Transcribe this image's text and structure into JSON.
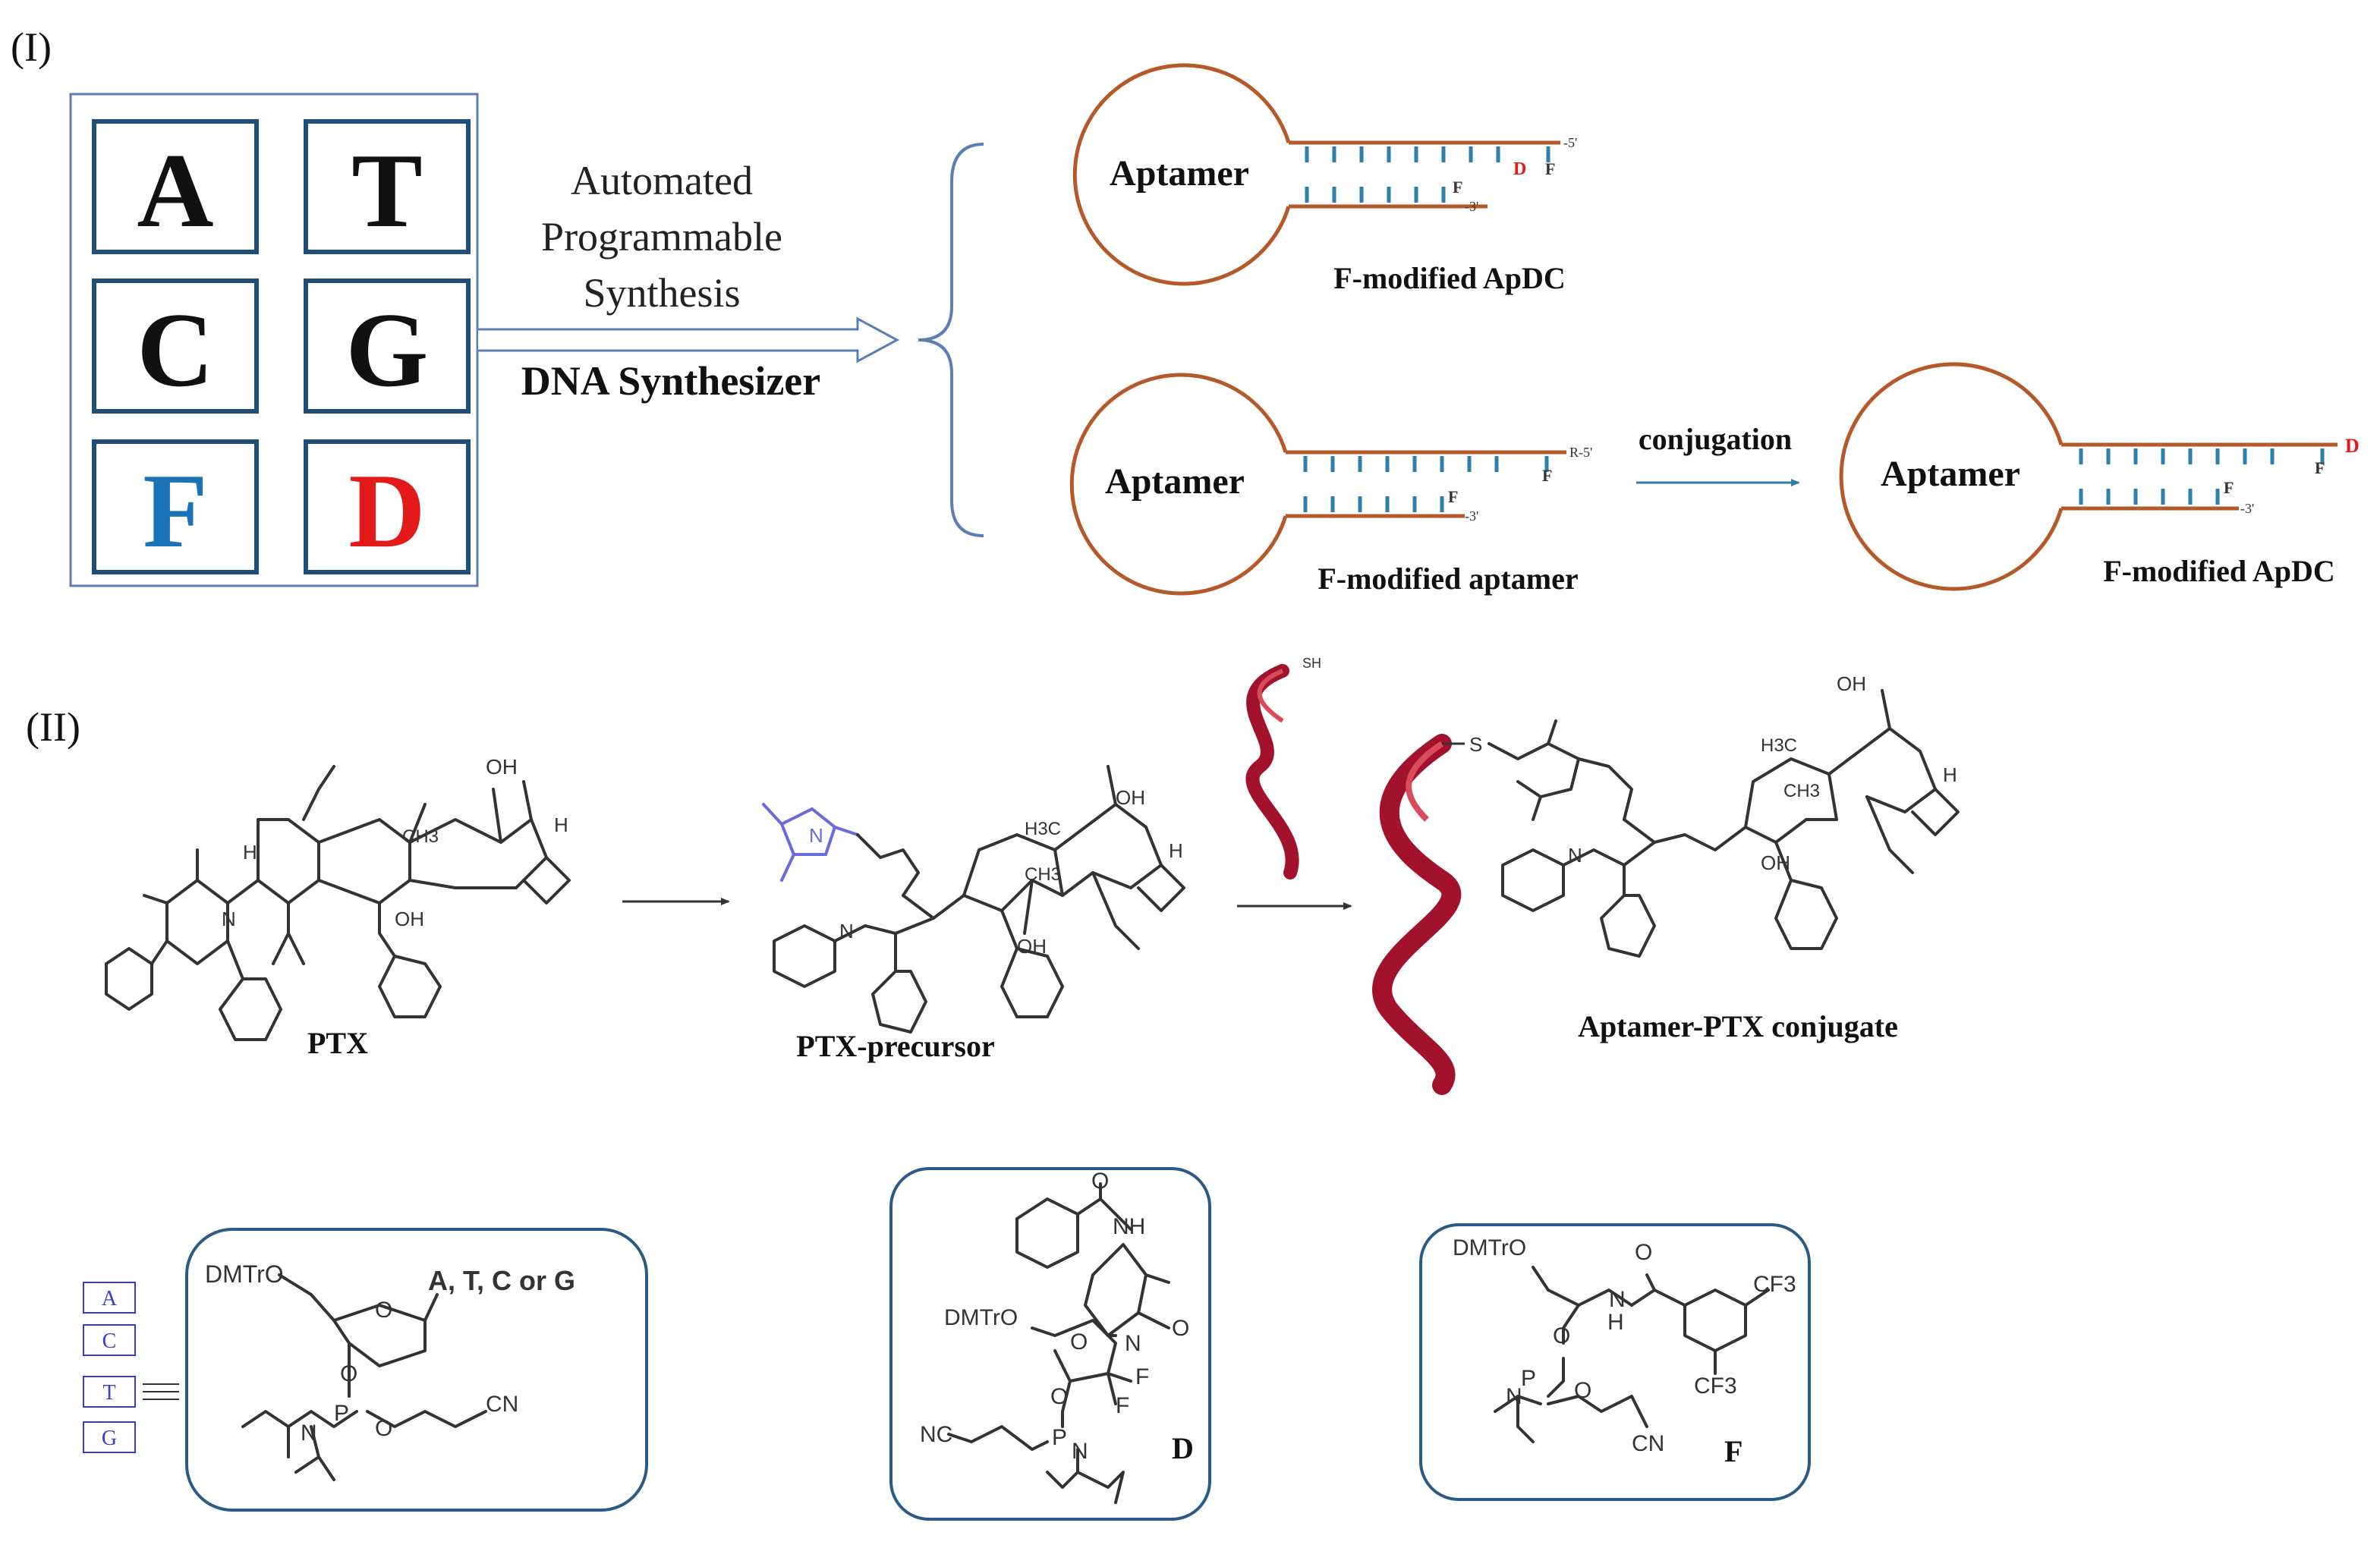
{
  "section_labels": {
    "part1": "(I)",
    "part2": "(II)"
  },
  "colors": {
    "box_border": "#1f4e79",
    "panel_border": "#5b7fb5",
    "loop": "#b5592a",
    "ticks": "#2e7fae",
    "f_blue": "#1a72b8",
    "d_red": "#e31a1a",
    "ribbon": "#a3122c",
    "maleimide": "#6a6adf"
  },
  "monomers": {
    "a": "A",
    "t": "T",
    "c": "C",
    "g": "G",
    "f": "F",
    "d": "D"
  },
  "synthesis": {
    "line1": "Automated",
    "line2": "Programmable",
    "line3": "Synthesis",
    "instrument": "DNA Synthesizer"
  },
  "constructs": {
    "top": {
      "loop": "Aptamer",
      "caption": "F-modified ApDC",
      "end5": "-5'",
      "end3": "-3'",
      "label_d": "D",
      "label_f1": "F",
      "label_f2": "F"
    },
    "mid": {
      "loop": "Aptamer",
      "caption": "F-modified aptamer",
      "end5": "R-5'",
      "end3": "-3'",
      "label_f1": "F",
      "label_f2": "F"
    },
    "right": {
      "loop": "Aptamer",
      "caption": "F-modified ApDC",
      "end3": "-3'",
      "label_d": "D",
      "label_f1": "F",
      "label_f2": "F"
    },
    "arrow_label": "conjugation"
  },
  "molecules": {
    "ptx": "PTX",
    "precursor": "PTX-precursor",
    "conjugate": "Aptamer-PTX conjugate",
    "thiol": "SH",
    "linker_s": "S",
    "groups": {
      "oh": "OH",
      "h": "H",
      "ch3": "CH3",
      "h3c": "H3C",
      "o": "O",
      "n": "N"
    }
  },
  "phosphoramidites": {
    "standard": {
      "bases": [
        "A",
        "C",
        "T",
        "G"
      ],
      "dmtro": "DMTrO",
      "base_label": "A, T, C or G",
      "o": "O",
      "p": "P",
      "n": "N",
      "cn": "CN"
    },
    "d": {
      "dmtro": "DMTrO",
      "nh": "NH",
      "o": "O",
      "n": "N",
      "p": "P",
      "f": "F",
      "nc": "NC",
      "name": "D"
    },
    "f": {
      "dmtro": "DMTrO",
      "o": "O",
      "nh": "N",
      "h": "H",
      "cf3": "CF3",
      "p": "P",
      "n": "N",
      "cn": "CN",
      "name": "F"
    }
  }
}
